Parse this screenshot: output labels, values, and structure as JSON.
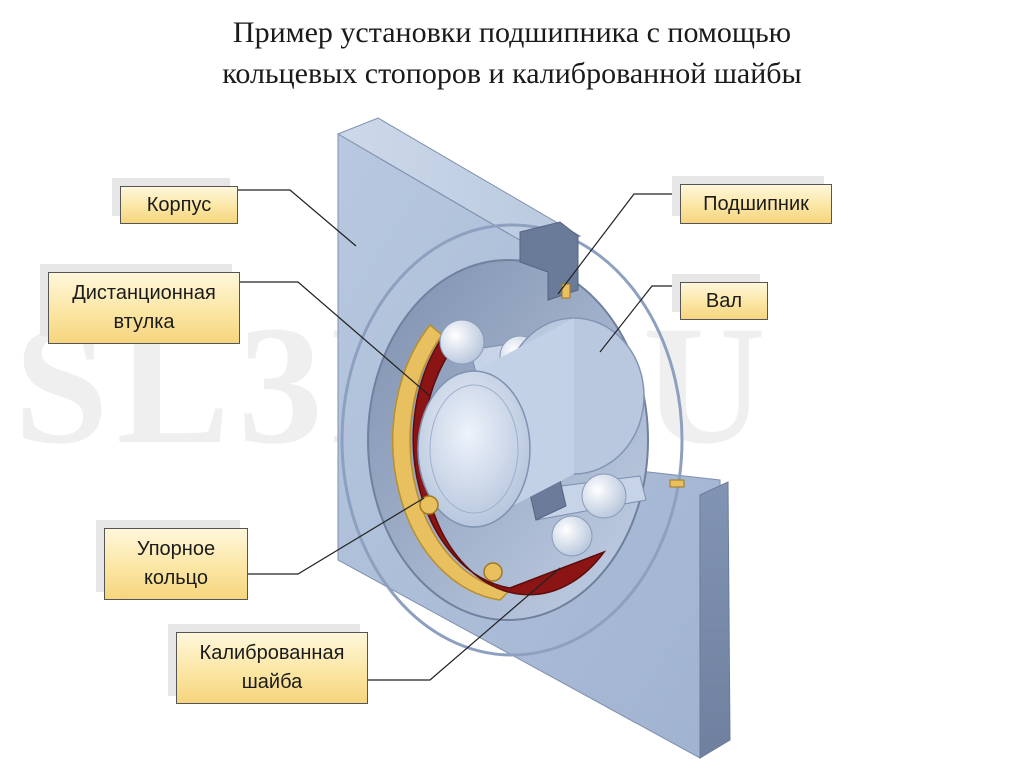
{
  "title": {
    "line1": "Пример установки подшипника с помощью",
    "line2": "кольцевых стопоров и калиброванной шайбы"
  },
  "watermark": "SL3D.RU",
  "labels": {
    "housing": "Корпус",
    "spacer_line1": "Дистанционная",
    "spacer_line2": "втулка",
    "retaining_ring_line1": "Упорное",
    "retaining_ring_line2": "кольцо",
    "shim_line1": "Калиброванная",
    "shim_line2": "шайба",
    "bearing": "Подшипник",
    "shaft": "Вал"
  },
  "colors": {
    "housing": "#a9bcd8",
    "shaft": "#d6e1f1",
    "spacer": "#8b1414",
    "shim": "#e8c060",
    "label_fill": "#fbe6a4"
  }
}
